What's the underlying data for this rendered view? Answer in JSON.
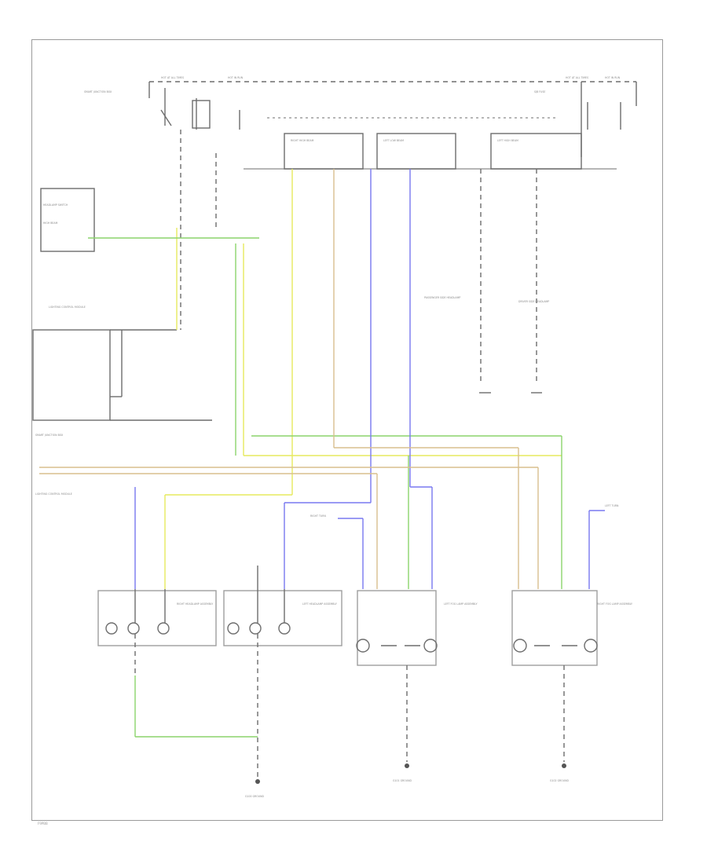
{
  "diagram": {
    "id_label": "F9PBB",
    "colors": {
      "frame": "#9a9a9a",
      "wire_black": "#6d6d6d",
      "wire_gray": "#9e9e9e",
      "wire_yellow": "#e6ea5e",
      "wire_green": "#8cd46b",
      "wire_blue": "#7878f0",
      "wire_tan": "#d8bf8e"
    },
    "components": [
      {
        "name": "Smart junction box fuse panel",
        "legible": false
      },
      {
        "name": "Lighting control module",
        "legible": false
      },
      {
        "name": "Right headlamp assembly",
        "legible": false
      },
      {
        "name": "Left headlamp assembly",
        "legible": false
      },
      {
        "name": "Left fog lamp assembly",
        "legible": false
      },
      {
        "name": "Right fog lamp assembly",
        "legible": false
      },
      {
        "name": "Ground points",
        "legible": false
      }
    ]
  }
}
